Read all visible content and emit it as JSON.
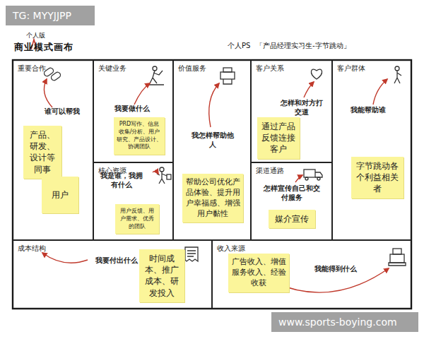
{
  "diagram": {
    "title": "商业模式画布",
    "nodes": [
      {
        "text": [
          "重要合作",
          "谁可以帮我"
        ]
      },
      {
        "text": [
          "产品、研发、设计等同事"
        ],
        "in": 0
      },
      {
        "text": [
          "用户"
        ],
        "in": 0
      },
      {
        "text": [
          "关键业务",
          "我要做什么"
        ]
      },
      {
        "text": [
          "PRD写作、信息收集/分析、用户研究、产品设计、协调团队"
        ],
        "in": 3
      },
      {
        "text": [
          "核心资源",
          "我是谁，我拥有什么"
        ]
      },
      {
        "text": [
          "用户反馈、用户需求、优秀的团队"
        ],
        "in": 5
      },
      {
        "text": [
          "价值服务",
          "我怎样帮助他人"
        ]
      },
      {
        "text": [
          "帮助公司优化产品体验、提升用户幸福感、增强用户黏性"
        ],
        "in": 7
      },
      {
        "text": [
          "客户关系",
          "怎样和对方打交道"
        ]
      },
      {
        "text": [
          "通过产品反馈连接客户"
        ],
        "in": 9
      },
      {
        "text": [
          "渠道通路",
          "怎样宣传自己和交付服务"
        ]
      },
      {
        "text": [
          "媒介宣传"
        ],
        "in": 11
      },
      {
        "text": [
          "客户群体",
          "我能帮助谁"
        ]
      },
      {
        "text": [
          "字节跳动各个利益相关者"
        ],
        "in": 13
      },
      {
        "text": [
          "成本结构",
          "我要付出什么"
        ]
      },
      {
        "text": [
          "时间成本、推广成本、研发投入"
        ],
        "in": 15
      },
      {
        "text": [
          "收入来源",
          "我能得到什么"
        ]
      },
      {
        "text": [
          "广告收入、增值服务收入、经验收获"
        ],
        "in": 17
      }
    ],
    "labels": [
      "TG: MYYJJPP",
      "个人版",
      "个人PS",
      "「产品经理实习生-字节跳动」",
      "www.sports-boying.com"
    ]
  }
}
